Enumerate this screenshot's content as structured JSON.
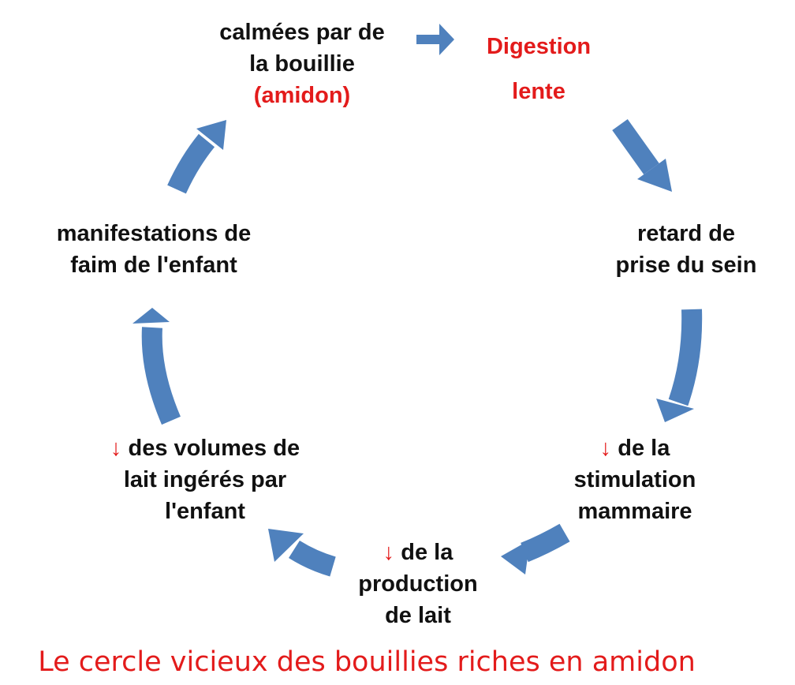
{
  "colors": {
    "arrow": "#4f81bd",
    "text": "#111111",
    "accent": "#e31b1b"
  },
  "cycle": [
    {
      "id": "calmees",
      "lines": [
        {
          "text": "calmées par de"
        },
        {
          "text": "la bouillie"
        },
        {
          "text": "(amidon)",
          "accent": true
        }
      ]
    },
    {
      "id": "digestion",
      "lines": [
        {
          "text": "Digestion",
          "accent": true
        },
        {
          "text": "lente",
          "accent": true
        }
      ]
    },
    {
      "id": "retard",
      "lines": [
        {
          "text": "retard de"
        },
        {
          "text": "prise du sein"
        }
      ]
    },
    {
      "id": "stimulation",
      "lines": [
        {
          "down_arrow": "↓",
          "text": "de la"
        },
        {
          "text": "stimulation"
        },
        {
          "text": "mammaire"
        }
      ]
    },
    {
      "id": "production",
      "lines": [
        {
          "down_arrow": "↓",
          "text": "de la"
        },
        {
          "text": "production"
        },
        {
          "text": "de lait"
        }
      ]
    },
    {
      "id": "volumes",
      "lines": [
        {
          "down_arrow": "↓",
          "text": "des volumes de"
        },
        {
          "text": "lait ingérés par"
        },
        {
          "text": "l'enfant"
        }
      ]
    },
    {
      "id": "faim",
      "lines": [
        {
          "text": "manifestations de"
        },
        {
          "text": "faim de l'enfant"
        }
      ]
    }
  ],
  "caption": "Le cercle vicieux des bouillies riches en amidon"
}
